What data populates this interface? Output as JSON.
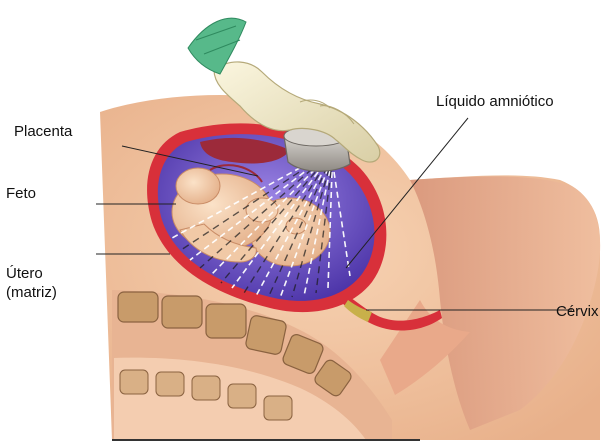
{
  "labels": {
    "placenta": "Placenta",
    "feto": "Feto",
    "utero_line1": "Útero",
    "utero_line2": "(matriz)",
    "liquido": "Líquido amniótico",
    "cervix": "Cérvix"
  },
  "colors": {
    "skin": "#f2c6a2",
    "skin_shadow": "#e0a57f",
    "uterus_wall": "#d8303a",
    "amniotic": "#6a4fc0",
    "glove": "#efe7c4",
    "sleeve": "#57b98a",
    "probe": "#b8b3ad",
    "bone": "#c89b6a"
  },
  "icons": {
    "probe": "ultrasound-probe-icon",
    "hand": "gloved-hand-icon"
  }
}
